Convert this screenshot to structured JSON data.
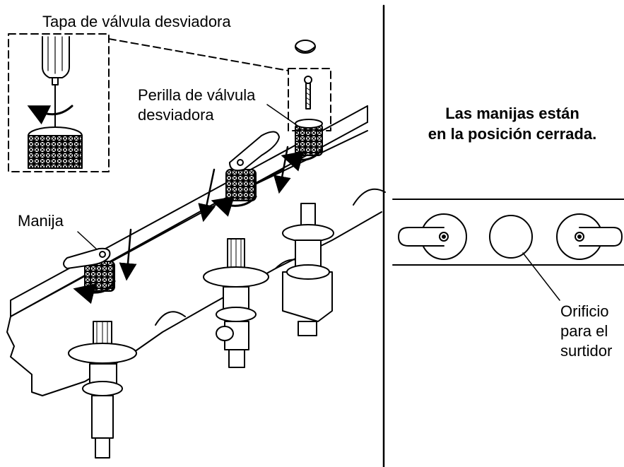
{
  "labels": {
    "tapa": "Tapa de válvula desviadora",
    "perilla_line1": "Perilla de válvula",
    "perilla_line2": "desviadora",
    "manija": "Manija",
    "orificio_line1": "Orificio",
    "orificio_line2": "para el",
    "orificio_line3": "surtidor"
  },
  "note": {
    "line1": "Las manijas están",
    "line2": "en la posición cerrada."
  },
  "colors": {
    "ink": "#000000",
    "paper": "#ffffff"
  }
}
